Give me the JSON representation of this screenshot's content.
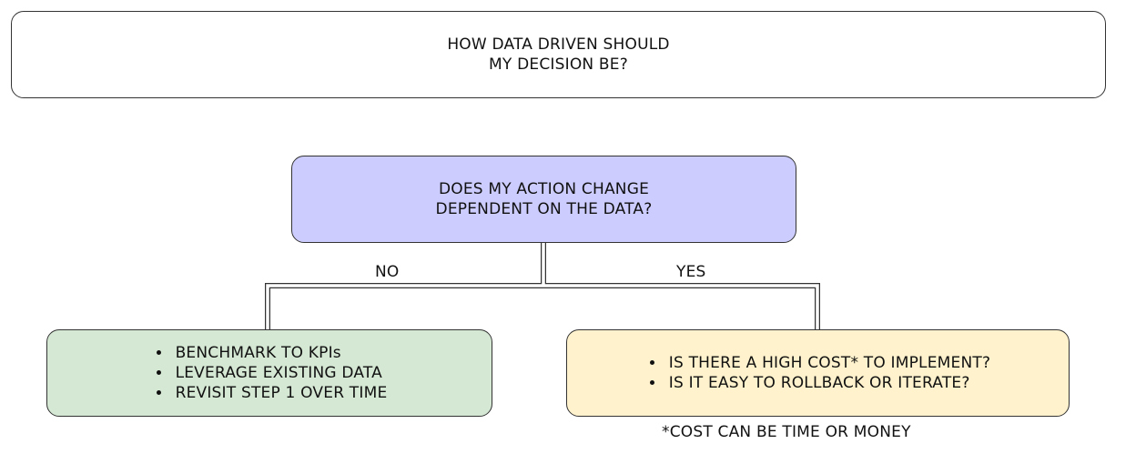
{
  "title": {
    "lines": [
      "HOW DATA DRIVEN SHOULD",
      "MY DECISION BE?"
    ]
  },
  "question": {
    "lines": [
      "DOES MY ACTION CHANGE",
      "DEPENDENT ON THE DATA?"
    ]
  },
  "edges": {
    "no_label": "NO",
    "yes_label": "YES"
  },
  "no_branch": {
    "items": [
      "BENCHMARK TO KPIs",
      "LEVERAGE EXISTING DATA",
      "REVISIT STEP 1 OVER TIME"
    ]
  },
  "yes_branch": {
    "items": [
      "IS THERE A HIGH COST* TO IMPLEMENT?",
      "IS IT EASY TO ROLLBACK OR ITERATE?"
    ]
  },
  "footnote": "*COST CAN BE TIME OR MONEY",
  "colors": {
    "question_fill": "#ccccff",
    "no_fill": "#d5e8d4",
    "yes_fill": "#fff2cc",
    "stroke": "#333333"
  }
}
